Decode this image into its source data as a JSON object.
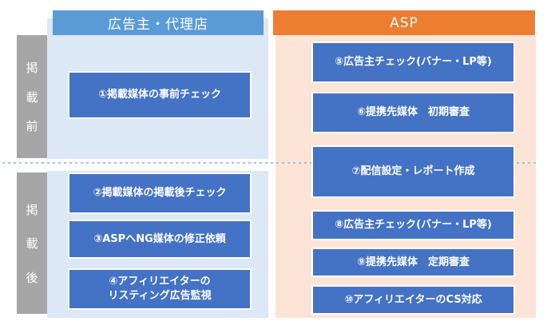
{
  "columns": {
    "advertiser": {
      "header": "広告主・代理店"
    },
    "asp": {
      "header": "ASP"
    }
  },
  "phases": {
    "before": "掲載前",
    "after": "掲載後"
  },
  "steps": {
    "s1": "①掲載媒体の事前チェック",
    "s2": "②掲載媒体の掲載後チェック",
    "s3": "③ASPへNG媒体の修正依頼",
    "s4": "④アフィリエイターの\nリスティング広告監視",
    "s5": "⑤広告主チェック(バナー・LP等)",
    "s6": "⑥提携先媒体　初期審査",
    "s7": "⑦配信設定・レポート作成",
    "s8": "⑧広告主チェック(バナー・LP等)",
    "s9": "⑨提携先媒体　定期審査",
    "s10": "⑩アフィリエイターのCS対応"
  },
  "colors": {
    "advertiser_header": "#5B9BD5",
    "asp_header": "#ED7D31",
    "advertiser_panel": "#DCE8F5",
    "asp_panel": "#FCE4D6",
    "step_box": "#4472C4",
    "step_box_border": "#FFFFFF",
    "phase_band": "#A6A6A6",
    "divider": "#9DC3E6",
    "text": "#FFFFFF"
  }
}
